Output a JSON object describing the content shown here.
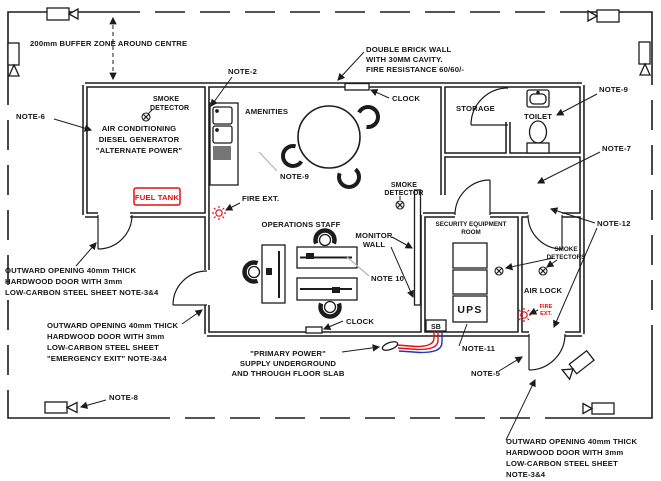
{
  "colors": {
    "ink": "#1c1c1c",
    "red": "#e01010",
    "blue": "#2233cc",
    "grey": "#b5b5b5",
    "background": "#ffffff"
  },
  "buffer": {
    "label": "200mm BUFFER ZONE AROUND CENTRE"
  },
  "wall_note": {
    "lines": [
      "DOUBLE BRICK WALL",
      "WITH 30MM CAVITY.",
      "FIRE RESISTANCE 60/60/-"
    ]
  },
  "rooms": {
    "generator": {
      "name_lines": [
        "AIR CONDITIONING",
        "DIESEL GENERATOR",
        "\"ALTERNATE POWER\""
      ],
      "smoke_detector": [
        "SMOKE",
        "DETECTOR"
      ],
      "fuel_tank": "FUEL TANK"
    },
    "amenities": {
      "label": "AMENITIES"
    },
    "storage": {
      "label": "STORAGE"
    },
    "toilet": {
      "label": "TOILET"
    },
    "security": {
      "name_lines": [
        "SECURITY EQUIPMENT",
        "ROOM"
      ],
      "ups": "UPS",
      "sb": "SB"
    },
    "airlock": {
      "label": "AIR LOCK",
      "smoke_detectors": [
        "SMOKE",
        "DETECTORS"
      ],
      "fire_ext": [
        "FIRE",
        "EXT."
      ]
    },
    "operations": {
      "label": "OPERATIONS STAFF",
      "monitor_wall": [
        "MONITOR",
        "WALL"
      ],
      "smoke_detector": [
        "SMOKE",
        "DETECTOR"
      ]
    }
  },
  "clock_top": "CLOCK",
  "clock_bottom": "CLOCK",
  "fire_ext_main": "FIRE EXT.",
  "notes": {
    "n2": "NOTE-2",
    "n5": "NOTE-5",
    "n6": "NOTE-6",
    "n7": "NOTE-7",
    "n8": "NOTE-8",
    "n9_toilet": "NOTE-9",
    "n9_table": "NOTE-9",
    "n10": "NOTE 10",
    "n11": "NOTE-11",
    "n12": "NOTE-12"
  },
  "ann": {
    "door_generator": {
      "lines": [
        "OUTWARD OPENING 40mm THICK",
        "HARDWOOD DOOR WITH 3mm",
        "LOW-CARBON STEEL  SHEET NOTE-3&4"
      ]
    },
    "door_emergency": {
      "lines": [
        "OUTWARD OPENING 40mm THICK",
        "HARDWOOD DOOR WITH 3mm",
        "LOW-CARBON STEEL SHEET",
        "\"EMERGENCY EXIT\" NOTE-3&4"
      ]
    },
    "door_right": {
      "lines": [
        "OUTWARD OPENING 40mm THICK",
        "HARDWOOD DOOR WITH 3mm",
        "LOW-CARBON STEEL SHEET",
        "NOTE-3&4"
      ]
    },
    "primary_power": {
      "lines": [
        "\"PRIMARY POWER\"",
        "SUPPLY UNDERGROUND",
        "AND THROUGH FLOOR SLAB"
      ]
    }
  }
}
